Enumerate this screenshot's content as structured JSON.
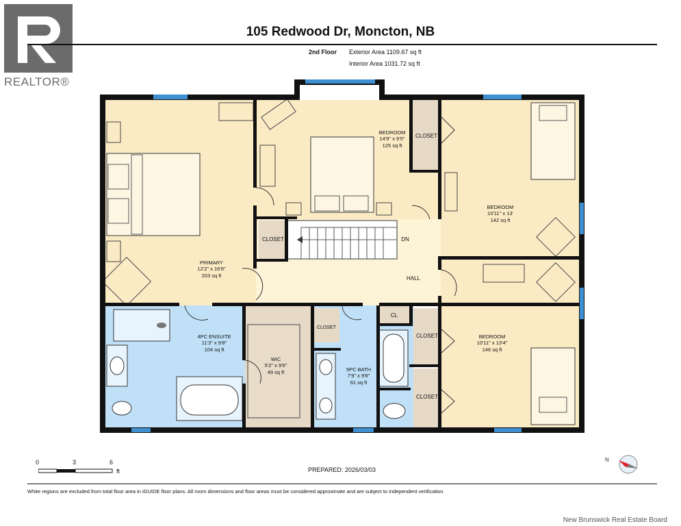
{
  "header": {
    "logo_text": "REALTOR®",
    "title": "105 Redwood Dr, Moncton, NB",
    "floor": "2nd Floor",
    "exterior_area": "Exterior Area 1109.67 sq ft",
    "interior_area": "Interior Area 1031.72 sq ft"
  },
  "rooms": {
    "primary": {
      "name": "PRIMARY",
      "dims": "12'2\" x 16'8\"",
      "area": "203 sq ft"
    },
    "bedroom1": {
      "name": "BEDROOM",
      "dims": "14'9\" x 9'5\"",
      "area": "125 sq ft"
    },
    "bedroom2": {
      "name": "BEDROOM",
      "dims": "10'11\" x 13'",
      "area": "142 sq ft"
    },
    "bedroom3": {
      "name": "BEDROOM",
      "dims": "10'11\" x 13'4\"",
      "area": "146 sq ft"
    },
    "ensuite": {
      "name": "4PC ENSUITE",
      "dims": "11'3\" x 9'8\"",
      "area": "104 sq ft"
    },
    "wic": {
      "name": "WIC",
      "dims": "5'2\" x 9'6\"",
      "area": "49 sq ft"
    },
    "bath": {
      "name": "5PC BATH",
      "dims": "7'9\" x 9'8\"",
      "area": "61 sq ft"
    },
    "hall": {
      "name": "HALL"
    },
    "stairs": {
      "label": "DN"
    },
    "closets": {
      "top_right": "CLOSET",
      "hall_left": "CLOSET",
      "mid": "CLOSET",
      "cl": "CL",
      "right_upper": "CLOSET",
      "right_lower": "CLOSET"
    }
  },
  "footer": {
    "prepared": "PREPARED: 2026/03/03",
    "scale_0": "0",
    "scale_3": "3",
    "scale_6": "6",
    "scale_unit": "ft",
    "disclaimer": "White regions are excluded from total floor area in iGUIDE floor plans. All room dimensions and floor areas must be considered approximate and are subject to independent verification.",
    "board": "New Brunswick Real Estate Board"
  },
  "colors": {
    "bedroom_fill": "#fbebc4",
    "bath_fill": "#bfe0f7",
    "closet_fill": "#e6d9c6",
    "hall_fill": "#fdf3d6",
    "wall": "#111111",
    "window": "#3d8fd1"
  }
}
